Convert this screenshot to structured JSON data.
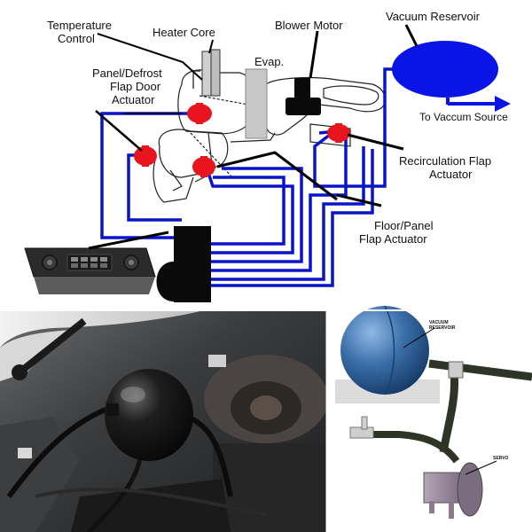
{
  "labels": {
    "temperature_control": [
      "Temperature",
      "Control"
    ],
    "heater_core": "Heater Core",
    "blower_motor": "Blower Motor",
    "vacuum_reservoir": "Vacuum Reservoir",
    "evap": "Evap.",
    "panel_defrost_actuator": [
      "Panel/Defrost",
      "Flap Door",
      "Actuator"
    ],
    "to_vacuum_source": "To Vaccum Source",
    "recirculation_actuator": [
      "Recirculation Flap",
      "Actuator"
    ],
    "floor_panel_actuator": [
      "Floor/Panel",
      "Flap Actuator"
    ],
    "small_vacuum_reservoir": [
      "VACUUM",
      "RESERVOIR"
    ],
    "servo": "SERVO"
  },
  "colors": {
    "vacuum_line": "#0a14c8",
    "reservoir": "#0a14e6",
    "actuator": "#e8141e",
    "evap": "#c8c8c8",
    "blower": "#0a0a0a",
    "sphere": "#3a6ea8",
    "servo": "#9c8c9e",
    "photo_engine": "#2a2c2e"
  }
}
